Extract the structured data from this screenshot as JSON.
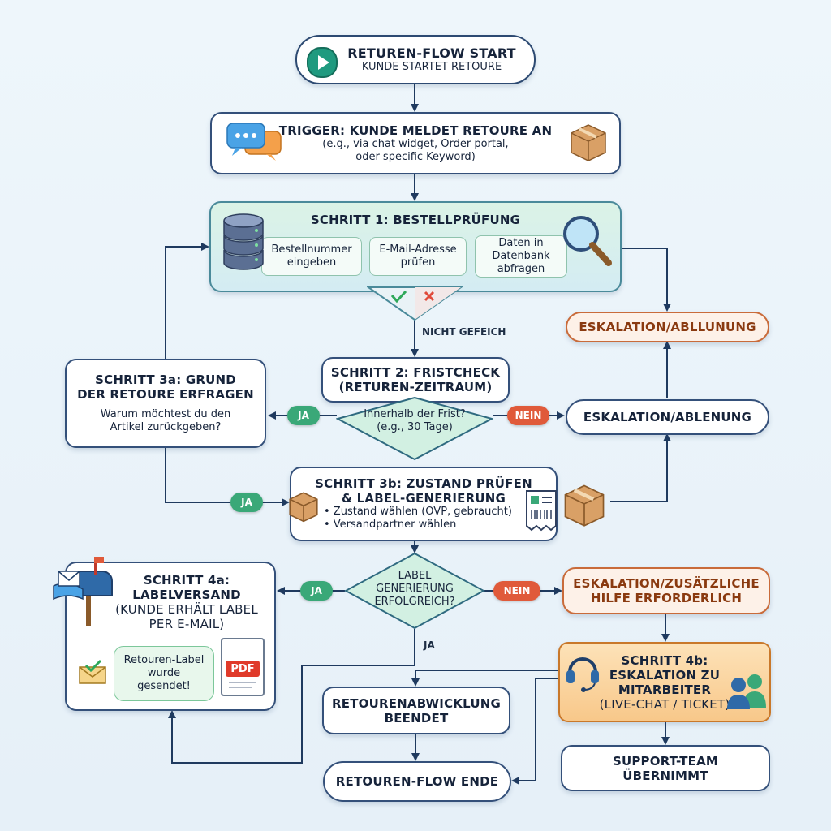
{
  "start": {
    "title": "RETUREN-FLOW START",
    "subtitle": "KUNDE STARTET RETOURE"
  },
  "trigger": {
    "title": "TRIGGER: KUNDE MELDET RETOURE AN",
    "line1": "(e.g., via chat widget, Order portal,",
    "line2": "oder specific Keyword)"
  },
  "step1": {
    "title": "SCHRITT 1: BESTELLPRÜFUNG",
    "sub1_l1": "Bestellnummer",
    "sub1_l2": "eingeben",
    "sub2_l1": "E-Mail-Adresse",
    "sub2_l2": "prüfen",
    "sub3_l1": "Daten in",
    "sub3_l2": "Datenbank",
    "sub3_l3": "abfragen"
  },
  "labels": {
    "nicht_gefeich": "NICHT GEFEICH",
    "ja_after_label": "JA"
  },
  "escalation_top": {
    "title": "ESKALATION/ABLLUNUNG"
  },
  "escalation_mid": {
    "title": "ESKALATION/ABLENUNG"
  },
  "step2": {
    "title_l1": "SCHRITT 2: FRISTCHECK",
    "title_l2": "(RETUREN-ZEITRAUM)",
    "question_l1": "Innerhalb der Frist?",
    "question_l2": "(e.g., 30 Tage)"
  },
  "step3a": {
    "title_l1": "SCHRITT 3a: GRUND",
    "title_l2": "DER RETOURE ERFRAGEN",
    "text_l1": "Warum möchtest du den",
    "text_l2": "Artikel zurückgeben?"
  },
  "step3b": {
    "title_l1": "SCHRITT 3b: ZUSTAND PRÜFEN",
    "title_l2": "& LABEL-GENERIERUNG",
    "bullet1": "• Zustand wählen (OVP, gebraucht)",
    "bullet2": "• Versandpartner wählen"
  },
  "pills": {
    "ja_step2": "JA",
    "nein_step2": "NEIN",
    "ja_step3b": "JA",
    "ja_label": "JA",
    "nein_label": "NEIN"
  },
  "label_decision": {
    "l1": "LABEL",
    "l2": "GENERIERUNG",
    "l3": "ERFOLGREICH?"
  },
  "step4a": {
    "title_l1": "SCHRITT 4a:",
    "title_l2": "LABELVERSAND",
    "title_l3": "(KUNDE ERHÄLT LABEL",
    "title_l4": "PER E-MAIL)",
    "bubble_l1": "Retouren-Label",
    "bubble_l2": "wurde",
    "bubble_l3": "gesendet!",
    "pdf": "PDF"
  },
  "escalation_help": {
    "l1": "ESKALATION/ZUSÄTZLICHE",
    "l2": "HILFE ERFORDERLICH"
  },
  "step4b": {
    "l1": "SCHRITT 4b:",
    "l2": "ESKALATION ZU",
    "l3": "MITARBEITER",
    "l4": "(LIVE-CHAT / TICKET)"
  },
  "finish": {
    "l1": "RETOURENABWICKLUNG",
    "l2": "BEENDET"
  },
  "end": {
    "title": "RETOUREN-FLOW ENDE"
  },
  "support": {
    "l1": "SUPPORT-TEAM",
    "l2": "ÜBERNIMMT"
  },
  "colors": {
    "line": "#1f3a5f",
    "step1_bg": "#dff3ea",
    "step4b_bg": "#fbd9a8",
    "ja": "#3aa878",
    "nein": "#e05a3a"
  }
}
